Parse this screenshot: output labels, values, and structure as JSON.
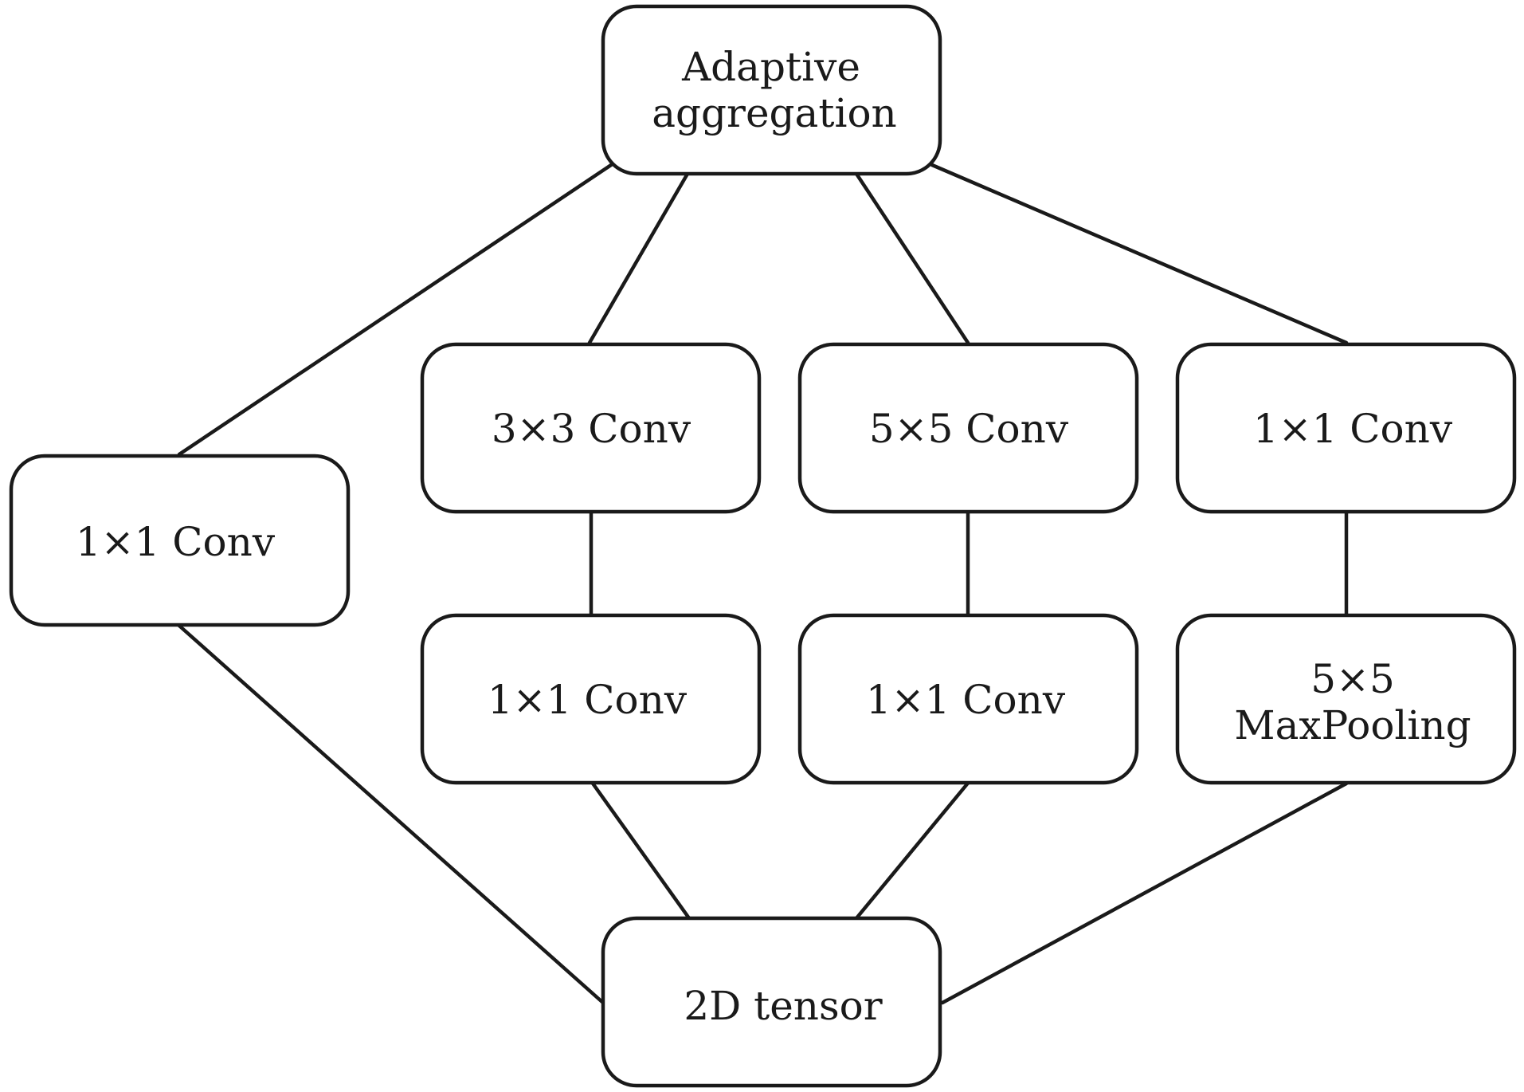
{
  "nodes": {
    "adaptive_aggregation": {
      "line1": "Adaptive",
      "line2": "aggregation"
    },
    "left_conv_1x1": {
      "label": "1×1 Conv"
    },
    "conv_3x3": {
      "label": "3×3 Conv"
    },
    "conv_5x5": {
      "label": "5×5 Conv"
    },
    "right_conv_1x1": {
      "label": "1×1 Conv"
    },
    "conv_1x1_under_3x3": {
      "label": "1×1 Conv"
    },
    "conv_1x1_under_5x5": {
      "label": "1×1 Conv"
    },
    "maxpool_5x5": {
      "line1": "5×5",
      "line2": "MaxPooling"
    },
    "tensor_2d": {
      "label": "2D tensor"
    }
  },
  "colors": {
    "stroke": "#1a1a1a",
    "fill": "#ffffff"
  }
}
